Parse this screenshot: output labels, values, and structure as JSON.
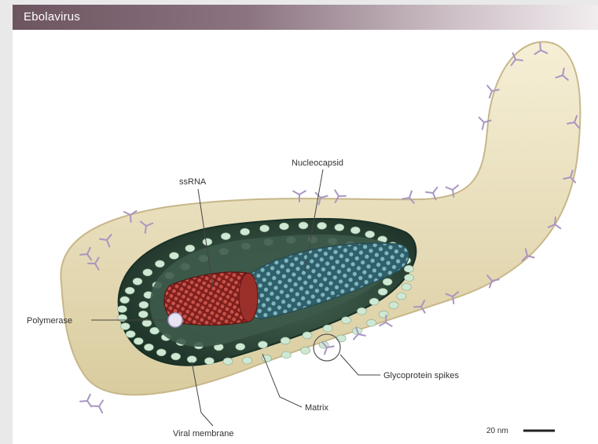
{
  "title": "Ebolavirus",
  "labels": {
    "ssrna": "ssRNA",
    "nucleocapsid": "Nucleocapsid",
    "polymerase": "Polymerase",
    "glycoprotein_spikes": "Glycoprotein spikes",
    "matrix": "Matrix",
    "viral_membrane": "Viral membrane",
    "scale_bar": "20 nm"
  },
  "colors": {
    "title_bar": "#6d5560",
    "envelope": "#ece2bf",
    "matrix": "#2e4a3c",
    "rna": "#b03a34",
    "nucleocapsid": "#4d8a95",
    "spikes": "#b8a4c9"
  }
}
